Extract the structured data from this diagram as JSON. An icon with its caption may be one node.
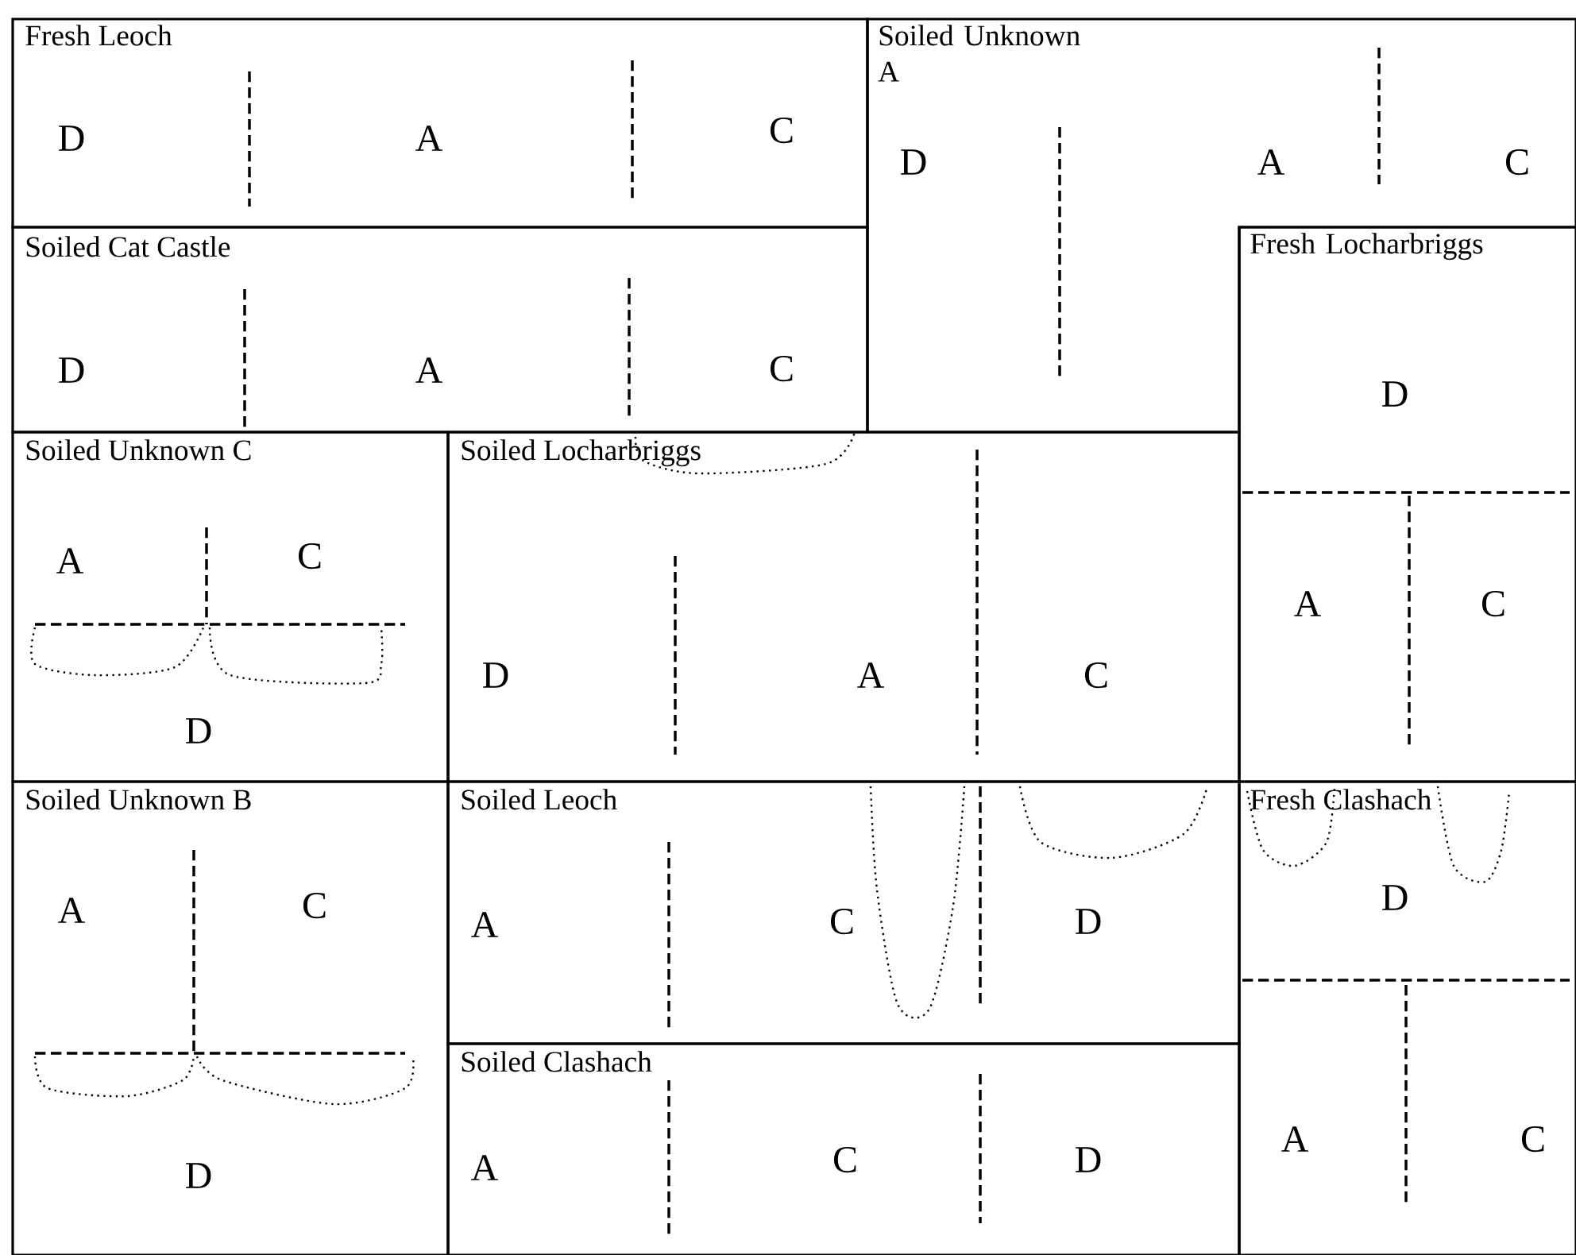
{
  "diagram": {
    "nodes": [
      {
        "text": [
          "Fresh Leoch",
          "D",
          "A",
          "C"
        ]
      },
      {
        "text": [
          "Soiled Unknown A",
          "D",
          "A",
          "C"
        ]
      },
      {
        "text": [
          "Soiled Cat Castle",
          "D",
          "A",
          "C"
        ]
      },
      {
        "text": [
          "Fresh Locharbriggs",
          "D",
          "A",
          "C"
        ]
      },
      {
        "text": [
          "Soiled Unknown C",
          "A",
          "C",
          "D"
        ]
      },
      {
        "text": [
          "Soiled Locharbriggs",
          "D",
          "A",
          "C"
        ]
      },
      {
        "text": [
          "Soiled Unknown B",
          "A",
          "C",
          "D"
        ]
      },
      {
        "text": [
          "Soiled Leoch",
          "A",
          "C",
          "D"
        ]
      },
      {
        "text": [
          "Fresh Clashach",
          "D",
          "A",
          "C"
        ]
      },
      {
        "text": [
          "Soiled Clashach",
          "A",
          "C",
          "D"
        ]
      }
    ]
  }
}
